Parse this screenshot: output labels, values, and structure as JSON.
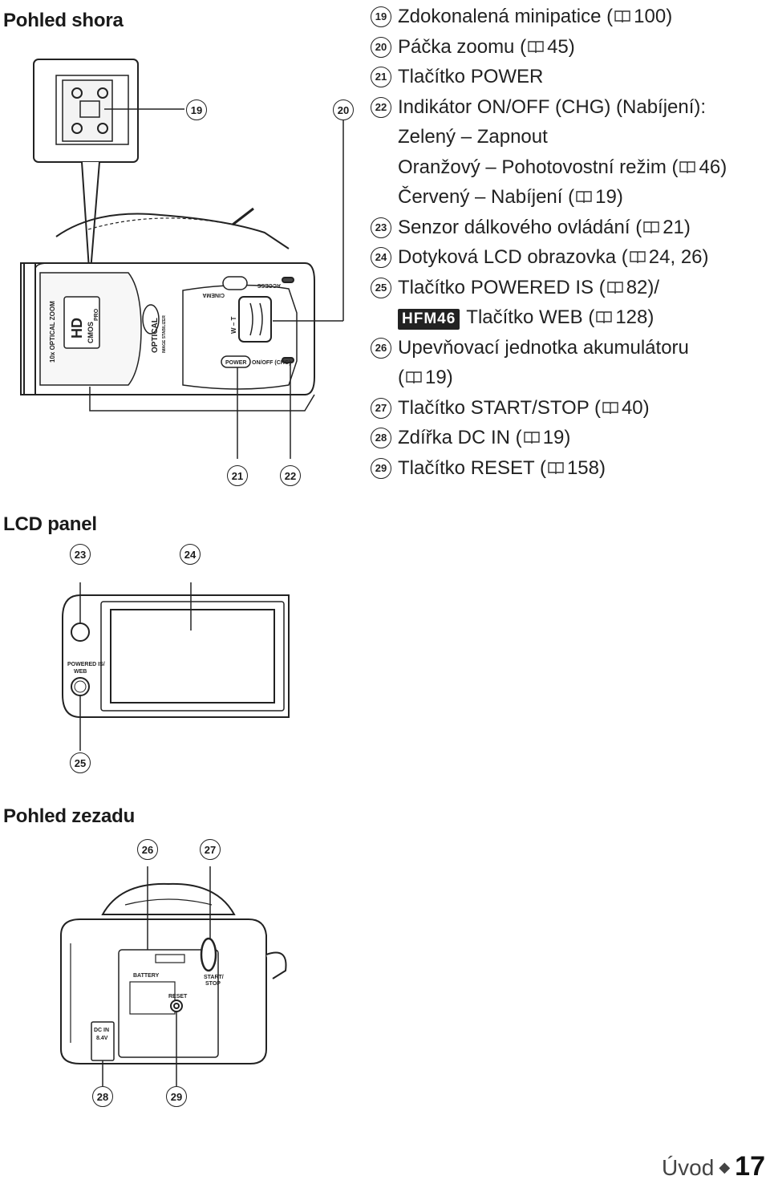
{
  "sections": {
    "top": "Pohled shora",
    "lcd": "LCD panel",
    "rear": "Pohled zezadu"
  },
  "callouts": {
    "c19": "19",
    "c20": "20",
    "c21": "21",
    "c22": "22",
    "c23": "23",
    "c24": "24",
    "c25": "25",
    "c26": "26",
    "c27": "27",
    "c28": "28",
    "c29": "29"
  },
  "camera_top_labels": {
    "optical_zoom": "10x OPTICAL ZOOM",
    "hd": "HD",
    "cmos": "CMOS",
    "pro": "PRO",
    "optical": "OPTICAL",
    "image_stabilizer": "IMAGE STABILIZER",
    "access": "ACCESS",
    "cinema": "CINEMA",
    "wt": "W – T",
    "power": "POWER",
    "onoff": "ON/OFF (CHG)"
  },
  "lcd_labels": {
    "powered_is": "POWERED IS/",
    "web": "WEB"
  },
  "rear_labels": {
    "battery": "BATTERY",
    "start_stop_1": "START/",
    "start_stop_2": "STOP",
    "reset": "RESET",
    "dc_in": "DC IN",
    "dc_v": "8.4V"
  },
  "items": [
    {
      "num": "19",
      "lines": [
        {
          "pre": "Zdokonalená minipatice (",
          "ref": "100",
          "post": ")"
        }
      ]
    },
    {
      "num": "20",
      "lines": [
        {
          "pre": "Páčka zoomu (",
          "ref": "45",
          "post": ")"
        }
      ]
    },
    {
      "num": "21",
      "lines": [
        {
          "text": "Tlačítko POWER"
        }
      ]
    },
    {
      "num": "22",
      "lines": [
        {
          "text": "Indikátor ON/OFF (CHG) (Nabíjení):"
        },
        {
          "text": "Zelený – Zapnout"
        },
        {
          "pre": "Oranžový – Pohotovostní režim (",
          "ref": "46",
          "post": ")"
        },
        {
          "pre": "Červený – Nabíjení (",
          "ref": "19",
          "post": ")"
        }
      ]
    },
    {
      "num": "23",
      "lines": [
        {
          "pre": "Senzor dálkového ovládání (",
          "ref": "21",
          "post": ")"
        }
      ]
    },
    {
      "num": "24",
      "lines": [
        {
          "pre": "Dotyková LCD obrazovka (",
          "ref": "24, 26",
          "post": ")"
        }
      ]
    },
    {
      "num": "25",
      "lines": [
        {
          "pre": "Tlačítko POWERED IS (",
          "ref": "82",
          "post": ")/"
        },
        {
          "tag": "HFM46",
          "pre": "Tlačítko WEB (",
          "ref": "128",
          "post": ")"
        }
      ]
    },
    {
      "num": "26",
      "lines": [
        {
          "text": "Upevňovací jednotka akumulátoru"
        },
        {
          "pre": "(",
          "ref": "19",
          "post": ")"
        }
      ]
    },
    {
      "num": "27",
      "lines": [
        {
          "pre": "Tlačítko START/STOP (",
          "ref": "40",
          "post": ")"
        }
      ]
    },
    {
      "num": "28",
      "lines": [
        {
          "pre": "Zdířka DC IN (",
          "ref": "19",
          "post": ")"
        }
      ]
    },
    {
      "num": "29",
      "lines": [
        {
          "pre": "Tlačítko RESET (",
          "ref": "158",
          "post": ")"
        }
      ]
    }
  ],
  "footer": {
    "section": "Úvod",
    "page": "17"
  }
}
